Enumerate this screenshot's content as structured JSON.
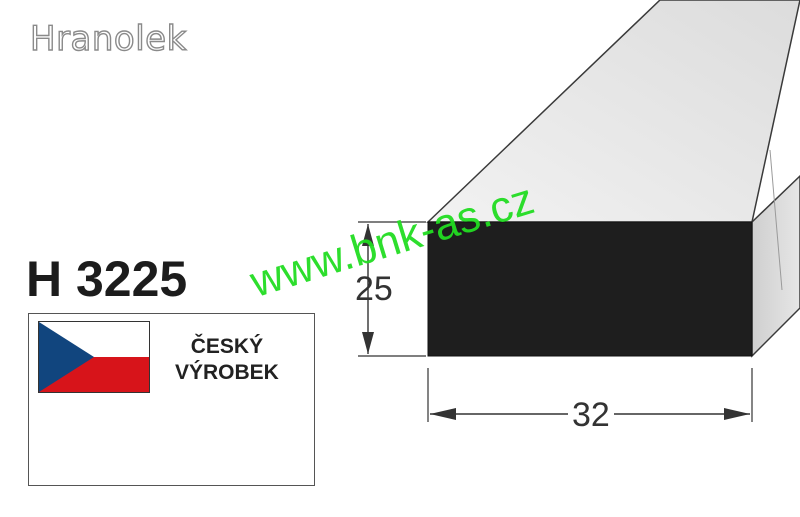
{
  "product": {
    "category": "Hranolek",
    "code": "H 3225"
  },
  "origin_badge": {
    "line1": "ČESKÝ",
    "line2": "VÝROBEK",
    "flag_colors": {
      "white": "#ffffff",
      "red": "#d7141a",
      "blue": "#11457e"
    }
  },
  "dimensions": {
    "height": "25",
    "width": "32"
  },
  "watermark": "www.bnk-as.cz",
  "colors": {
    "profile_front": "#1e1e1e",
    "profile_top": "#e9e9e9",
    "profile_side": "#d9d9d9",
    "watermark": "#22dd22"
  }
}
